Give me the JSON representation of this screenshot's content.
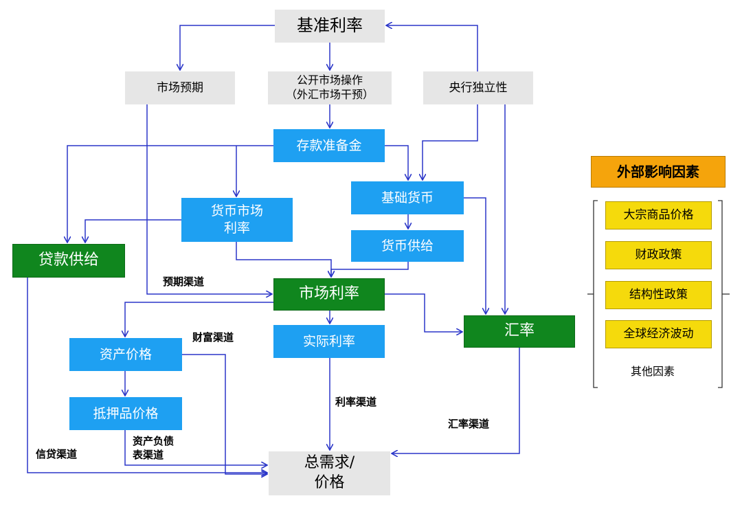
{
  "colors": {
    "arrow": "#2a35c8",
    "gray_box": "#e6e6e6",
    "blue_box": "#1ea0f2",
    "green_box": "#10861e",
    "yellow_box": "#f5da0c",
    "orange_box": "#f5a40c"
  },
  "nodes": {
    "base_rate": "基准利率",
    "market_expectation": "市场预期",
    "open_market": "公开市场操作\n（外汇市场干预）",
    "cb_independence": "央行独立性",
    "reserve": "存款准备金",
    "base_money": "基础货币",
    "money_market_rate": "货币市场\n利率",
    "money_supply": "货币供给",
    "loan_supply": "贷款供给",
    "market_rate": "市场利率",
    "real_rate": "实际利率",
    "exchange_rate": "汇率",
    "asset_price": "资产价格",
    "collateral_price": "抵押品价格",
    "aggregate_demand": "总需求/\n价格"
  },
  "channels": {
    "expectation": "预期渠道",
    "wealth": "财富渠道",
    "interest": "利率渠道",
    "exchange": "汇率渠道",
    "balance_sheet": "资产负债\n表渠道",
    "credit": "信贷渠道"
  },
  "external": {
    "title": "外部影响因素",
    "items": [
      "大宗商品价格",
      "财政政策",
      "结构性政策",
      "全球经济波动"
    ],
    "other": "其他因素"
  }
}
